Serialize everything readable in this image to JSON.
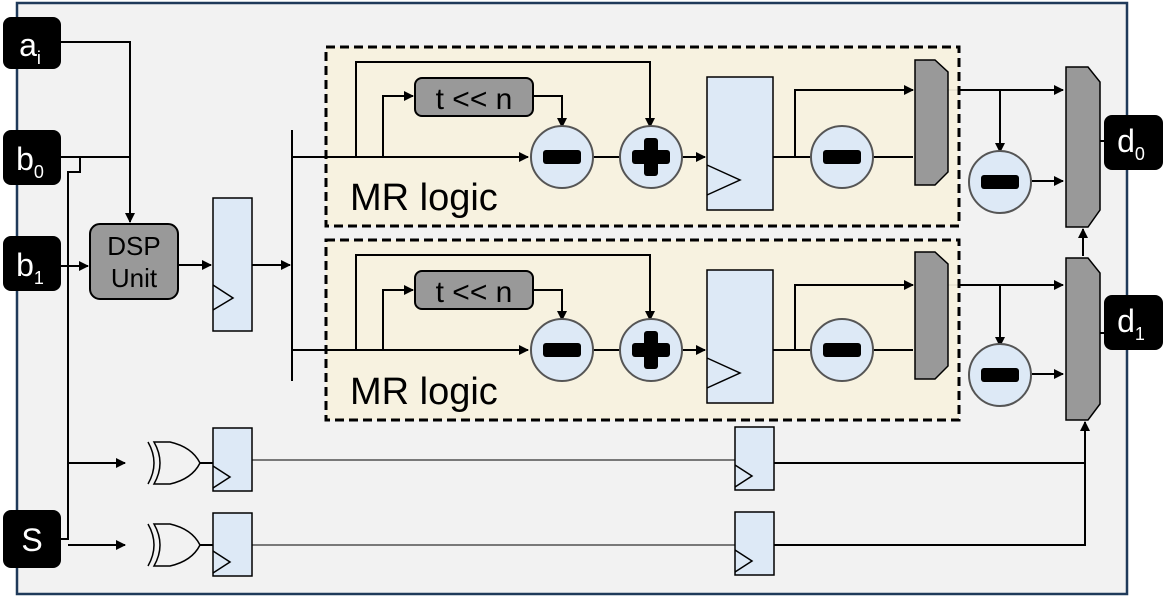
{
  "ports": {
    "a_main": "a",
    "a_sub": "i",
    "b0_main": "b",
    "b0_sub": "0",
    "b1_main": "b",
    "b1_sub": "1",
    "s": "S",
    "d0_main": "d",
    "d0_sub": "0",
    "d1_main": "d",
    "d1_sub": "1"
  },
  "dsp": {
    "line1": "DSP",
    "line2": "Unit"
  },
  "mr": [
    {
      "title": "MR logic",
      "shift": "t << n"
    },
    {
      "title": "MR logic",
      "shift": "t << n"
    }
  ],
  "colors": {
    "background": "#f2f2f2",
    "frame": "#1f3a5a",
    "register_fill": "#dde9f6",
    "operator_fill": "#dde9f6",
    "mr_fill": "#f7f1de",
    "grey_block": "#999999",
    "port_fill": "#000000"
  }
}
